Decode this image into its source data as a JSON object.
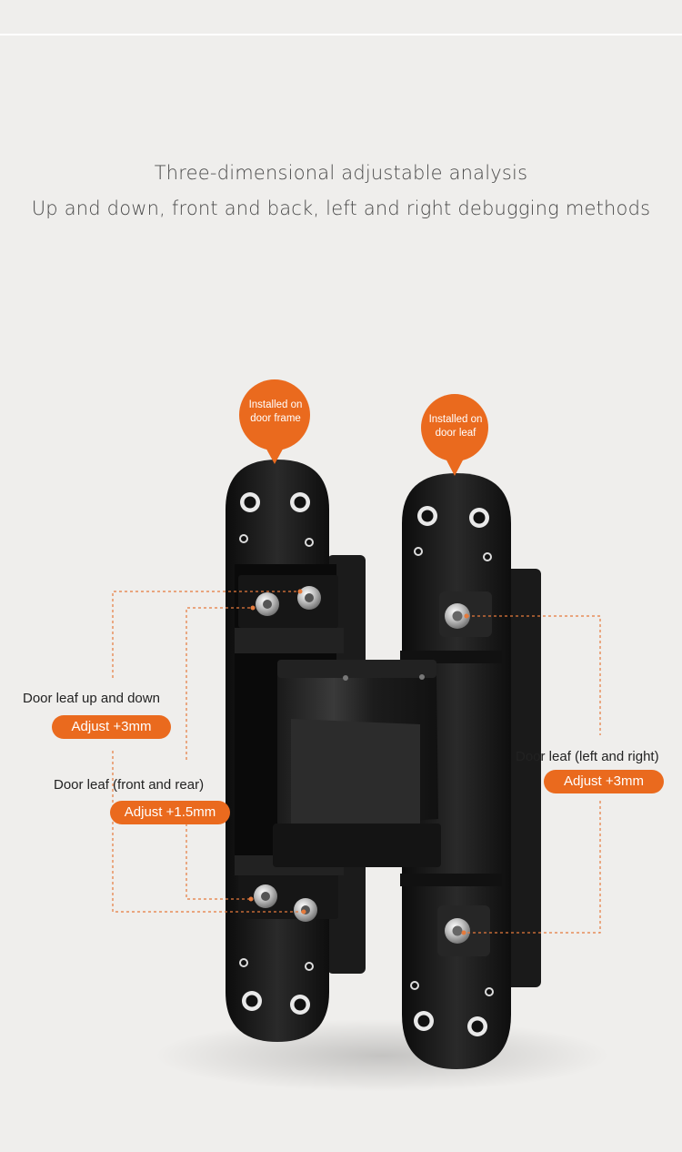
{
  "heading": {
    "line1": "Three-dimensional adjustable analysis",
    "line2": "Up and down, front and back, left and right debugging methods"
  },
  "bubbles": {
    "frame": "Installed on door frame",
    "leaf": "Installed on door leaf"
  },
  "callouts": {
    "up_down": {
      "label": "Door leaf up and down",
      "value": "Adjust +3mm"
    },
    "front_rear": {
      "label": "Door leaf (front and rear)",
      "value": "Adjust +1.5mm"
    },
    "left_right": {
      "label": "Door leaf (left and right)",
      "value": "Adjust +3mm"
    }
  },
  "colors": {
    "accent": "#ea6a1e",
    "background": "#efeeec",
    "product": "#141414",
    "text": "#4a4a4a"
  }
}
